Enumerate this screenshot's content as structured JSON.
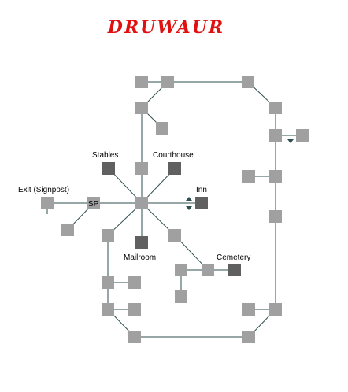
{
  "map": {
    "title": "DRUWAUR",
    "colors": {
      "title": "#e01010",
      "line": "#2f4f4f",
      "room": "#a0a0a0",
      "building": "#606060",
      "arrow": "#2f4f4f"
    },
    "labels": {
      "stables": "Stables",
      "courthouse": "Courthouse",
      "inn": "Inn",
      "exit": "Exit (Signpost)",
      "sp": "SP",
      "mailroom": "Mailroom",
      "cemetery": "Cemetery"
    },
    "icons": [
      "up-arrow-icon",
      "down-arrow-icon"
    ]
  }
}
